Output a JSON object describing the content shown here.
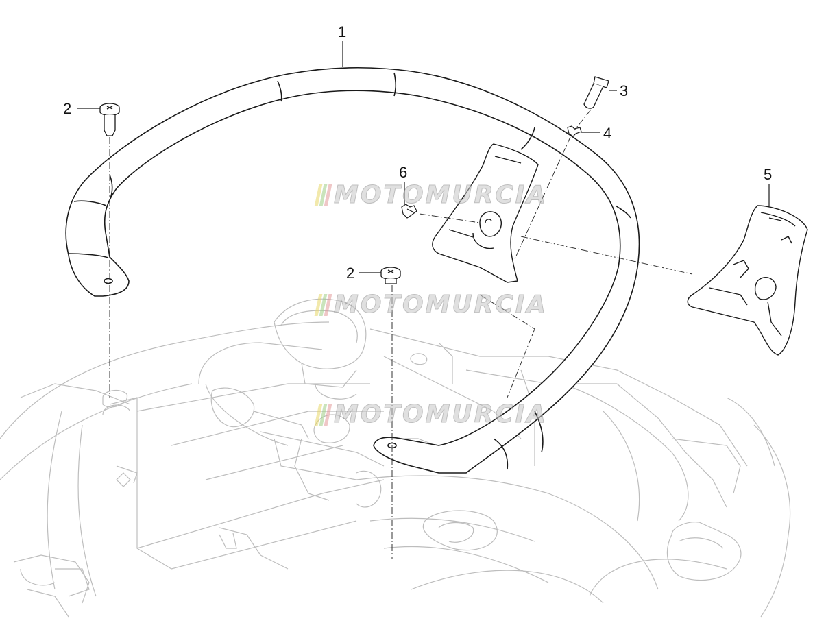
{
  "callouts": [
    {
      "id": "1",
      "label": "1"
    },
    {
      "id": "2a",
      "label": "2"
    },
    {
      "id": "2b",
      "label": "2"
    },
    {
      "id": "3",
      "label": "3"
    },
    {
      "id": "4",
      "label": "4"
    },
    {
      "id": "5",
      "label": "5"
    },
    {
      "id": "6",
      "label": "6"
    }
  ],
  "watermark": {
    "text": "MOTOMURCIA",
    "stripe_colors": [
      "#e8d86a",
      "#9fcf86",
      "#e39a9a"
    ]
  },
  "colors": {
    "line": "#1a1a1a",
    "ghost_line": "#b9b9b9",
    "leader": "#333333"
  }
}
